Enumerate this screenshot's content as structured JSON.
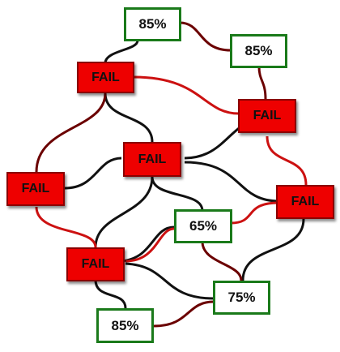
{
  "colors": {
    "pass_border": "#1a7a1a",
    "fail_fill": "#ee0000",
    "wire_black": "#111111",
    "wire_red": "#cc1111",
    "wire_dark_red": "#6b0000"
  },
  "nodes": [
    {
      "id": "n1",
      "label": "85%",
      "status": "pass"
    },
    {
      "id": "n2",
      "label": "85%",
      "status": "pass"
    },
    {
      "id": "n3",
      "label": "FAIL",
      "status": "fail"
    },
    {
      "id": "n4",
      "label": "FAIL",
      "status": "fail"
    },
    {
      "id": "n5",
      "label": "FAIL",
      "status": "fail"
    },
    {
      "id": "n6",
      "label": "FAIL",
      "status": "fail"
    },
    {
      "id": "n7",
      "label": "FAIL",
      "status": "fail"
    },
    {
      "id": "n8",
      "label": "65%",
      "status": "pass"
    },
    {
      "id": "n9",
      "label": "FAIL",
      "status": "fail"
    },
    {
      "id": "n10",
      "label": "75%",
      "status": "pass"
    },
    {
      "id": "n11",
      "label": "85%",
      "status": "pass"
    }
  ]
}
